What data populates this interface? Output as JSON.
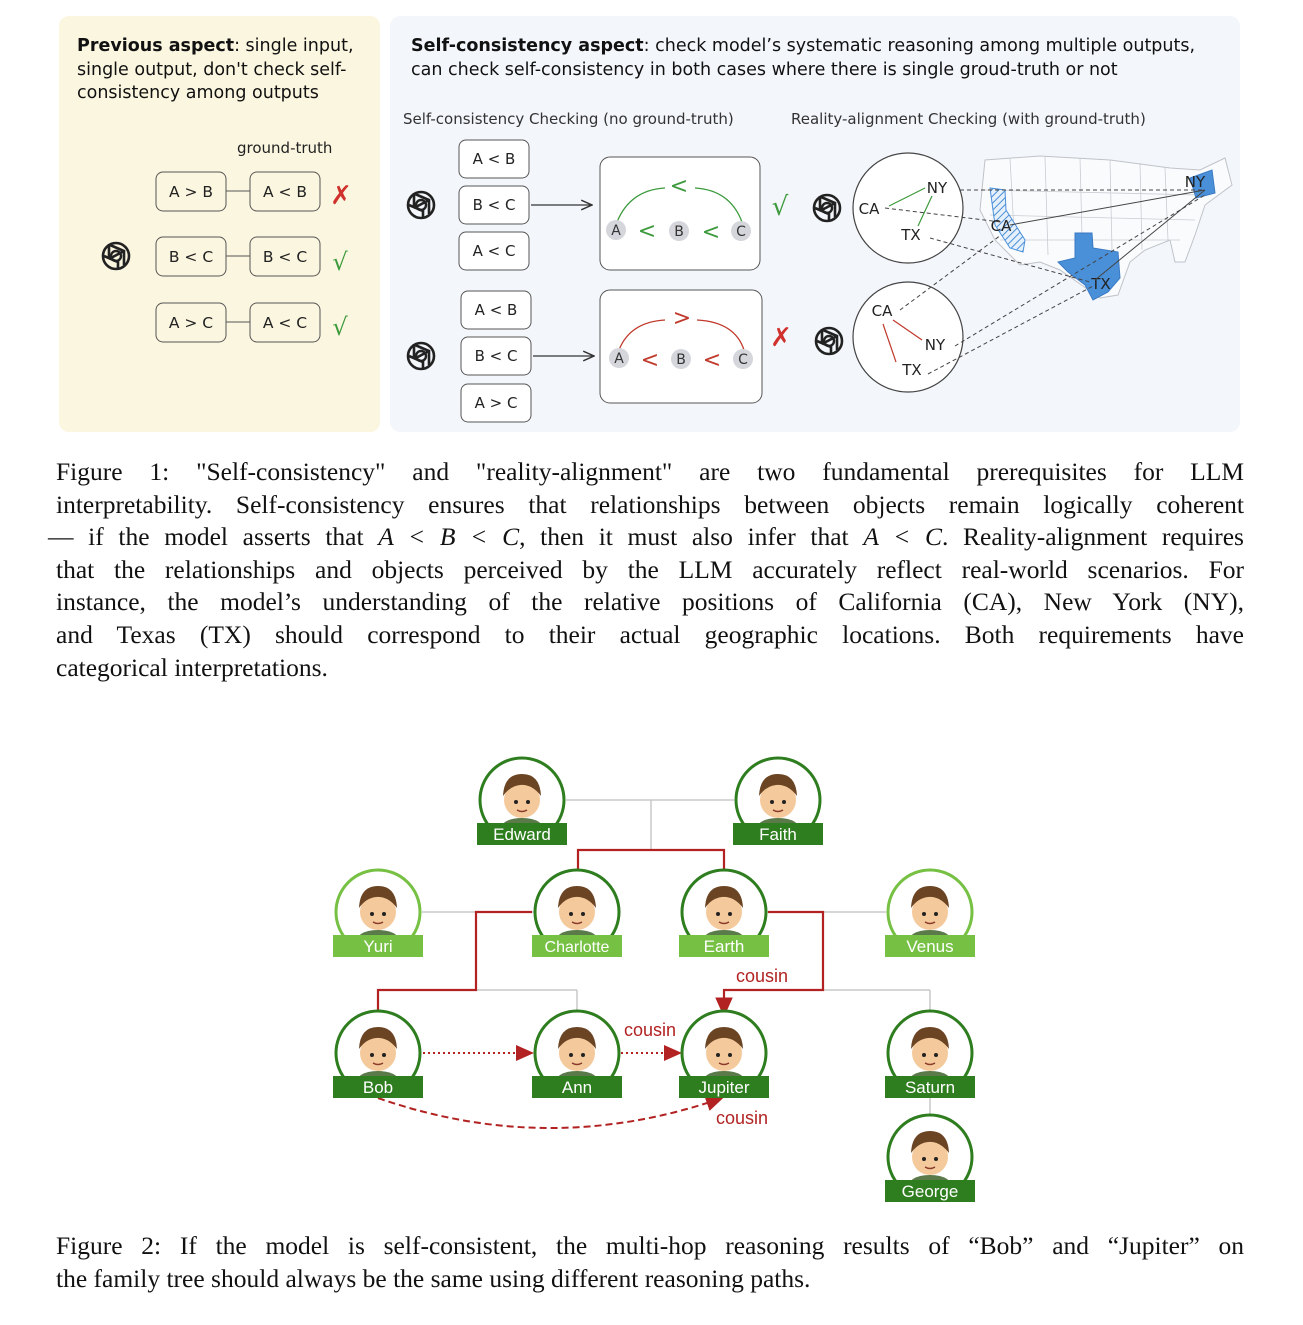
{
  "figure1": {
    "left_panel": {
      "title_bold": "Previous aspect",
      "title_rest_1": ": single input,",
      "title_line_2": "single output, don't check self-",
      "title_line_3": "consistency among outputs",
      "groundtruth_label": "ground-truth",
      "rows": [
        {
          "pred": "A > B",
          "truth": "A < B",
          "mark": "✗"
        },
        {
          "pred": "B < C",
          "truth": "B < C",
          "mark": "√"
        },
        {
          "pred": "A > C",
          "truth": "A < C",
          "mark": "√"
        }
      ]
    },
    "right_panel": {
      "title_bold": "Self-consistency aspect",
      "title_rest_1": ": check model’s systematic reasoning among multiple outputs,",
      "title_line_2": "can check self-consistency in both cases where there is single groud-truth or not",
      "sub_left": "Self-consistency Checking (no ground-truth)",
      "sub_right": "Reality-alignment Checking (with ground-truth)",
      "top_stack": [
        "A < B",
        "B < C",
        "A < C"
      ],
      "bottom_stack": [
        "A < B",
        "B < C",
        "A > C"
      ],
      "top_chain": {
        "a": "A",
        "b": "B",
        "c": "C",
        "op1": "<",
        "op2": "<",
        "arc_op": "<",
        "mark": "√"
      },
      "bottom_chain": {
        "a": "A",
        "b": "B",
        "c": "C",
        "op1": "<",
        "op2": "<",
        "arc_op": ">",
        "mark": "✗"
      },
      "states": [
        "CA",
        "NY",
        "TX"
      ]
    }
  },
  "caption1": {
    "line1": "Figure 1: \"Self-consistency\" and \"reality-alignment\" are two fundamental prerequisites for LLM",
    "line2": "interpretability. Self-consistency ensures that relationships between objects remain logically coherent",
    "line3a": "— if the model asserts that ",
    "line3_math1": "A < B < C",
    "line3b": ", then it must also infer that ",
    "line3_math2": "A < C",
    "line3c": ". Reality-alignment requires",
    "line4": "that the relationships and objects perceived by the LLM accurately reflect real-world scenarios. For",
    "line5": "instance, the model’s understanding of the relative positions of California (CA), New York (NY),",
    "line6": "and Texas (TX) should correspond to their actual geographic locations. Both requirements have",
    "line7": "categorical interpretations."
  },
  "figure2": {
    "people": [
      "Edward",
      "Faith",
      "Yuri",
      "Charlotte",
      "Earth",
      "Venus",
      "Bob",
      "Ann",
      "Jupiter",
      "Saturn",
      "George"
    ],
    "relation_label": "cousin"
  },
  "caption2": {
    "line1": "Figure 2: If the model is self-consistent, the multi-hop reasoning results of “Bob” and “Jupiter” on",
    "line2": "the family tree should always be the same using different reasoning paths."
  },
  "colors": {
    "left_panel_bg": "#fbf6df",
    "right_panel_bg": "#f3f6fb",
    "green": "#3c9a3c",
    "red": "#c0392b",
    "dark_green_label": "#2e7d1e",
    "light_green_label": "#76c043",
    "tree_red": "#b22222",
    "map_blue": "#4a90d9"
  }
}
